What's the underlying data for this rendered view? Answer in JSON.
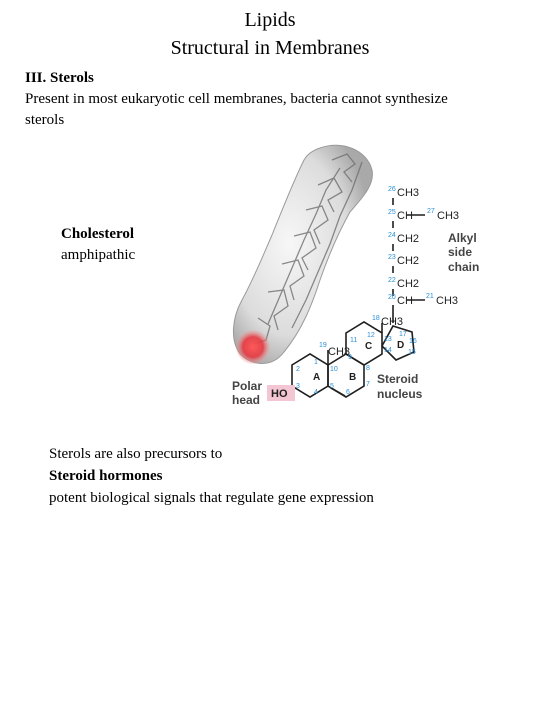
{
  "header": {
    "title": "Lipids",
    "subtitle": "Structural in Membranes"
  },
  "section": {
    "heading": "III.  Sterols",
    "description_line1": "Present in most eukaryotic cell membranes, bacteria cannot synthesize",
    "description_line2": "sterols"
  },
  "molecule": {
    "name": "Cholesterol",
    "property": "amphipathic"
  },
  "figure": {
    "colors": {
      "carbon_numbers": "#2b8fd6",
      "polar_highlight": "#f4c6d4",
      "hydroxyl_glow": "#e8323a"
    },
    "side_chain_carbons": [
      "CH3",
      "CH",
      "CH2",
      "CH2",
      "CH2",
      "CH",
      "CH3",
      "CH3",
      "CH3",
      "CH3"
    ],
    "carbon_numbers": [
      "26",
      "25",
      "27",
      "24",
      "23",
      "22",
      "20",
      "21",
      "18",
      "19",
      "12",
      "11",
      "13",
      "17",
      "16",
      "14",
      "15",
      "1",
      "2",
      "3",
      "4",
      "5",
      "6",
      "7",
      "8",
      "9",
      "10"
    ],
    "ring_labels": [
      "A",
      "B",
      "C",
      "D"
    ],
    "hydroxyl": "HO",
    "labels": {
      "alkyl_1": "Alkyl",
      "alkyl_2": "side",
      "alkyl_3": "chain",
      "steroid_1": "Steroid",
      "steroid_2": "nucleus",
      "polar_1": "Polar",
      "polar_2": "head"
    }
  },
  "footer": {
    "line1": "Sterols are also precursors to",
    "line2": "Steroid hormones",
    "line3": "potent biological signals that regulate gene expression"
  }
}
